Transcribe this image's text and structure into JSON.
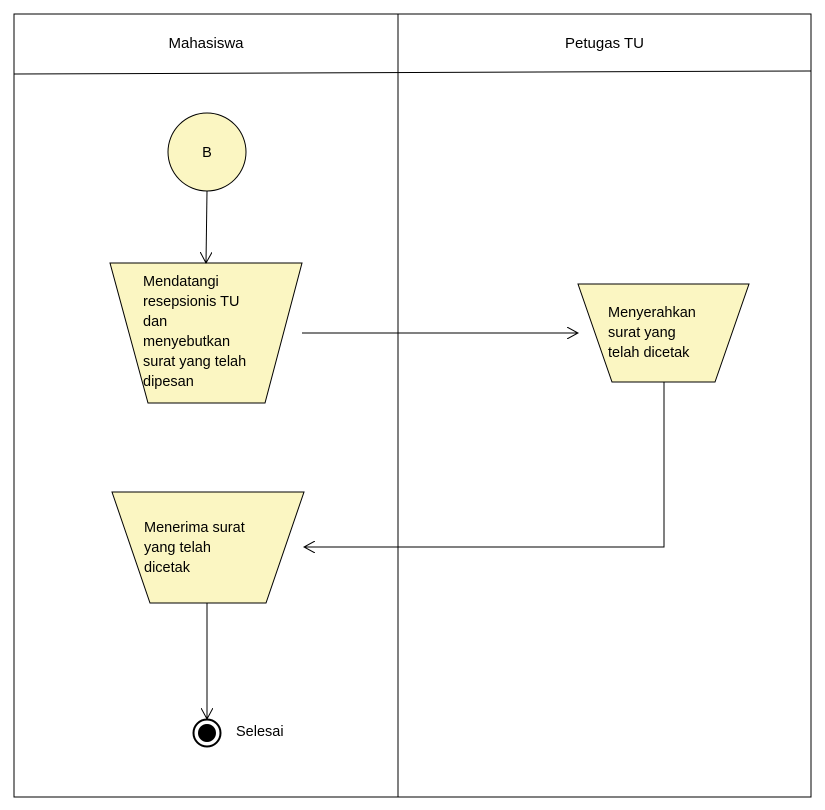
{
  "lanes": [
    {
      "name": "Mahasiswa"
    },
    {
      "name": "Petugas TU"
    }
  ],
  "connector": {
    "label": "B"
  },
  "steps": {
    "mendatangi": [
      "Mendatangi",
      "resepsionis TU",
      "dan",
      "menyebutkan",
      "surat yang telah",
      "dipesan"
    ],
    "menyerahkan": [
      "Menyerahkan",
      "surat yang",
      "telah dicetak"
    ],
    "menerima": [
      "Menerima surat",
      "yang telah",
      "dicetak"
    ]
  },
  "end": {
    "label": "Selesai"
  },
  "colors": {
    "shape_fill": "#fbf6c2",
    "stroke": "#000000"
  }
}
